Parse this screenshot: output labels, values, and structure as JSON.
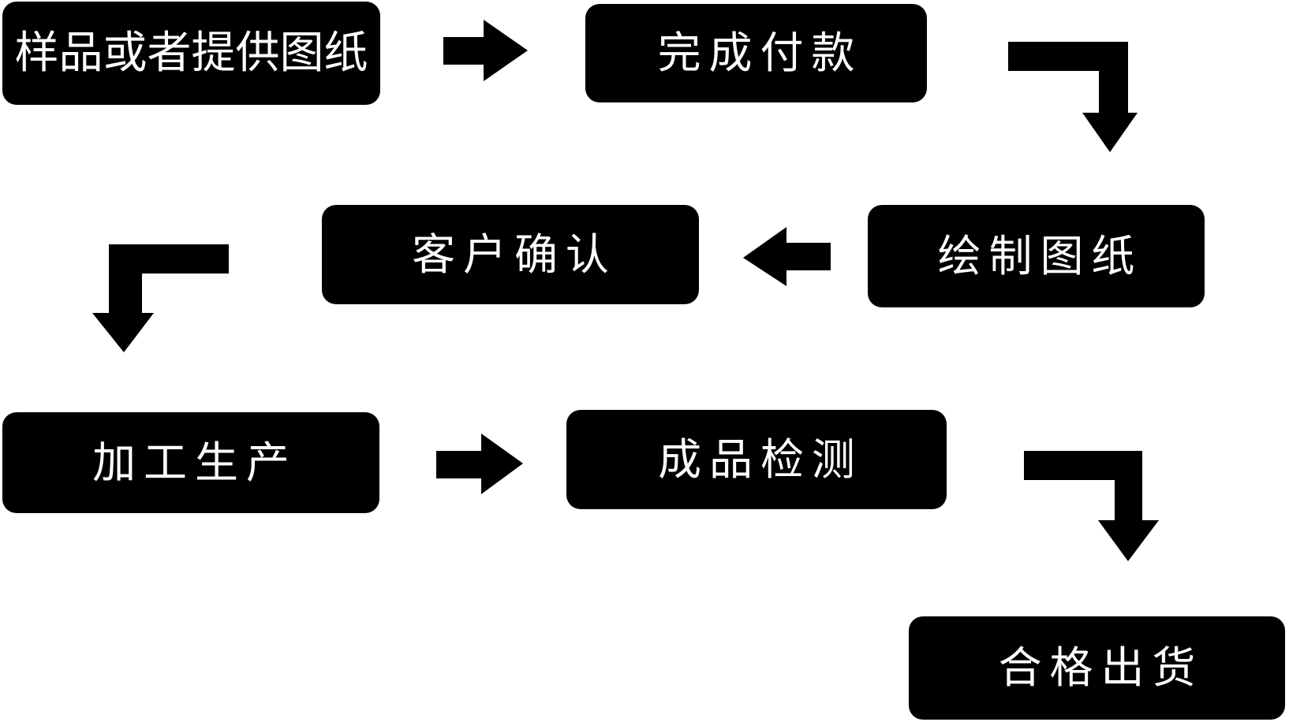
{
  "diagram": {
    "type": "flowchart",
    "background_color": "#ffffff",
    "node_background_color": "#000000",
    "node_text_color": "#ffffff",
    "arrow_color": "#000000",
    "nodes": [
      {
        "id": "step-1",
        "label": "样品或者提供图纸",
        "position": "top-left"
      },
      {
        "id": "step-2",
        "label": "完成付款",
        "position": "top-center"
      },
      {
        "id": "step-3",
        "label": "绘制图纸",
        "position": "middle-right"
      },
      {
        "id": "step-4",
        "label": "客户确认",
        "position": "middle-center"
      },
      {
        "id": "step-5",
        "label": "加工生产",
        "position": "bottom-left"
      },
      {
        "id": "step-6",
        "label": "成品检测",
        "position": "bottom-center"
      },
      {
        "id": "step-7",
        "label": "合格出货",
        "position": "bottom-right"
      }
    ],
    "arrows": [
      {
        "from": "step-1",
        "to": "step-2",
        "icon": "arrow-right-icon"
      },
      {
        "from": "step-2",
        "to": "step-3",
        "icon": "arrow-elbow-right-down-icon"
      },
      {
        "from": "step-3",
        "to": "step-4",
        "icon": "arrow-left-icon"
      },
      {
        "from": "step-4",
        "to": "step-5",
        "icon": "arrow-elbow-left-down-icon"
      },
      {
        "from": "step-5",
        "to": "step-6",
        "icon": "arrow-right-icon"
      },
      {
        "from": "step-6",
        "to": "step-7",
        "icon": "arrow-elbow-right-down-icon"
      }
    ],
    "flow_order": [
      "样品或者提供图纸",
      "完成付款",
      "绘制图纸",
      "客户确认",
      "加工生产",
      "成品检测",
      "合格出货"
    ]
  }
}
